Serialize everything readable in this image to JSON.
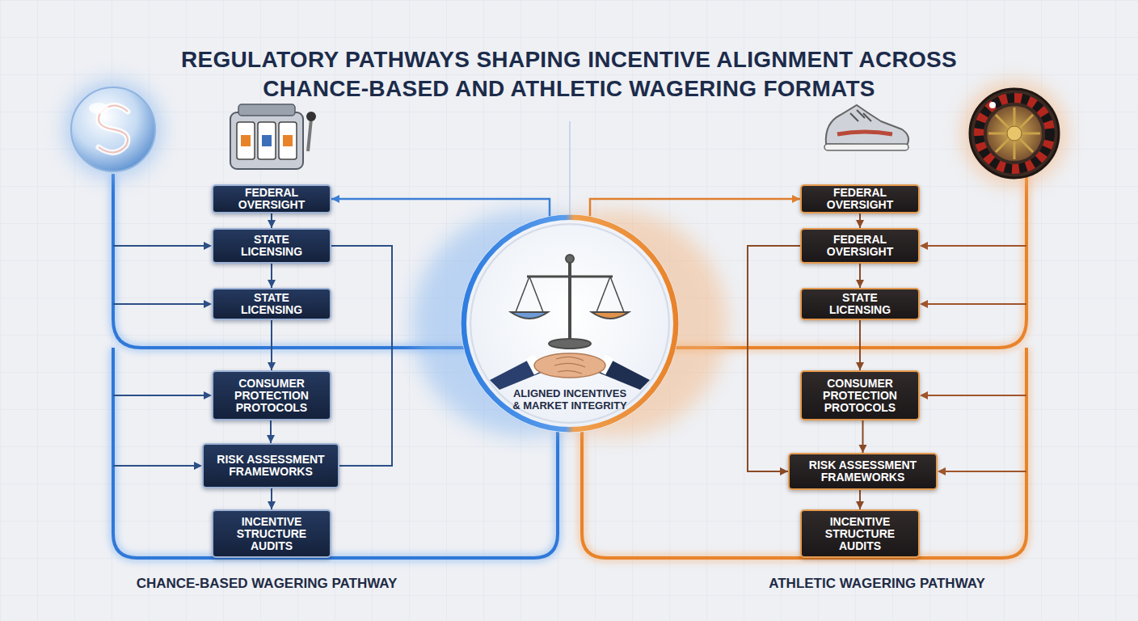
{
  "diagram": {
    "title": "REGULATORY PATHWAYS SHAPING INCENTIVE ALIGNMENT ACROSS CHANCE-BASED AND ATHLETIC WAGERING FORMATS",
    "nodes": [
      {
        "text": [
          "FEDERAL OVERSIGHT"
        ]
      },
      {
        "text": [
          "STATE LICENSING"
        ]
      },
      {
        "text": [
          "STATE LICENSING"
        ]
      },
      {
        "text": [
          "CONSUMER PROTECTION PROTOCOLS"
        ]
      },
      {
        "text": [
          "RISK ASSESSMENT FRAMEWORKS"
        ]
      },
      {
        "text": [
          "INCENTIVE STRUCTURE AUDITS"
        ]
      },
      {
        "text": [
          "ALIGNED INCENTIVES & MARKET INTEGRITY"
        ]
      },
      {
        "text": [
          "FEDERAL OVERSIGHT"
        ]
      },
      {
        "text": [
          "FEDERAL OVERSIGHT"
        ]
      },
      {
        "text": [
          "STATE LICENSING"
        ]
      },
      {
        "text": [
          "CONSUMER PROTECTION PROTOCOLS"
        ]
      },
      {
        "text": [
          "RISK ASSESSMENT FRAMEWORKS"
        ]
      },
      {
        "text": [
          "INCENTIVE STRUCTURE AUDITS"
        ]
      }
    ],
    "edges": [
      {
        "from": 6,
        "to": 0,
        "arrow": "to"
      },
      {
        "from": 0,
        "to": 1,
        "arrow": "to"
      },
      {
        "from": 1,
        "to": 2,
        "arrow": "to"
      },
      {
        "from": 2,
        "to": 3,
        "arrow": "to"
      },
      {
        "from": 3,
        "to": 4,
        "arrow": "to"
      },
      {
        "from": 4,
        "to": 5,
        "arrow": "to"
      },
      {
        "from": 1,
        "to": 4,
        "arrow": "none"
      },
      {
        "from": 6,
        "to": 7,
        "arrow": "to"
      },
      {
        "from": 7,
        "to": 8,
        "arrow": "to"
      },
      {
        "from": 8,
        "to": 9,
        "arrow": "to"
      },
      {
        "from": 9,
        "to": 10,
        "arrow": "to"
      },
      {
        "from": 10,
        "to": 11,
        "arrow": "to"
      },
      {
        "from": 11,
        "to": 12,
        "arrow": "to"
      },
      {
        "from": 8,
        "to": 11,
        "arrow": "to"
      }
    ],
    "labels": [
      "CHANCE-BASED WAGERING PATHWAY",
      "ATHLETIC WAGERING PATHWAY"
    ]
  }
}
